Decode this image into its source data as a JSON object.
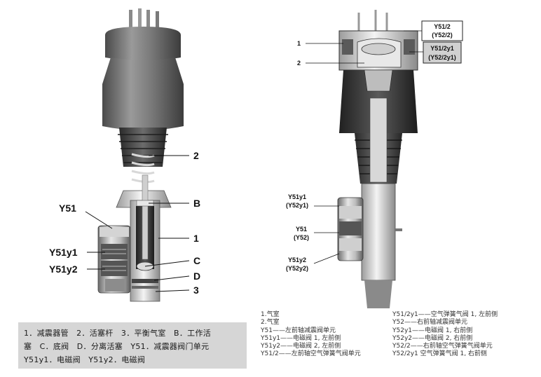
{
  "left_figure": {
    "labels": {
      "y51": "Y51",
      "y51y1": "Y51y1",
      "y51y2": "Y51y2",
      "n2": "2",
      "nB": "B",
      "n1": "1",
      "nC": "C",
      "nD": "D",
      "n3": "3"
    }
  },
  "right_figure": {
    "labels": {
      "n1": "1",
      "n2": "2",
      "box1_line1": "Y51/2",
      "box1_line2": "(Y52/2)",
      "box2_line1": "Y51/2y1",
      "box2_line2": "(Y52/2y1)",
      "y51y1_line1": "Y51y1",
      "y51y1_line2": "(Y52y1)",
      "y51_line1": "Y51",
      "y51_line2": "(Y52)",
      "y51y2_line1": "Y51y2",
      "y51y2_line2": "(Y52y2)"
    }
  },
  "caption": {
    "line1": "1．减震器管　2．活塞杆　3．平衡气室　B．工作活",
    "line2": "塞　C．底阀　D．分离活塞　Y51．减震器阀门单元",
    "line3": "Y51y1．电磁阀　Y51y2．电磁阀"
  },
  "legend_left": [
    "1.气室",
    "2.气室",
    "Y51——左前轴减震阀单元",
    "Y51y1——电磁阀 1, 左前侧",
    "Y51y2——电磁阀 2, 左前侧",
    "Y51/2——左前轴空气弹簧气阀单元"
  ],
  "legend_right": [
    "Y51/2y1——空气弹簧气阀 1, 左前侧",
    "Y52——右前轴减震阀单元",
    "Y52y1——电磁阀 1, 右前侧",
    "Y52y2——电磁阀 2, 右前侧",
    "Y52/2——右前轴空气弹簧气阀单元",
    "Y52/2y1 空气弹簧气阀 1, 右前侧"
  ]
}
